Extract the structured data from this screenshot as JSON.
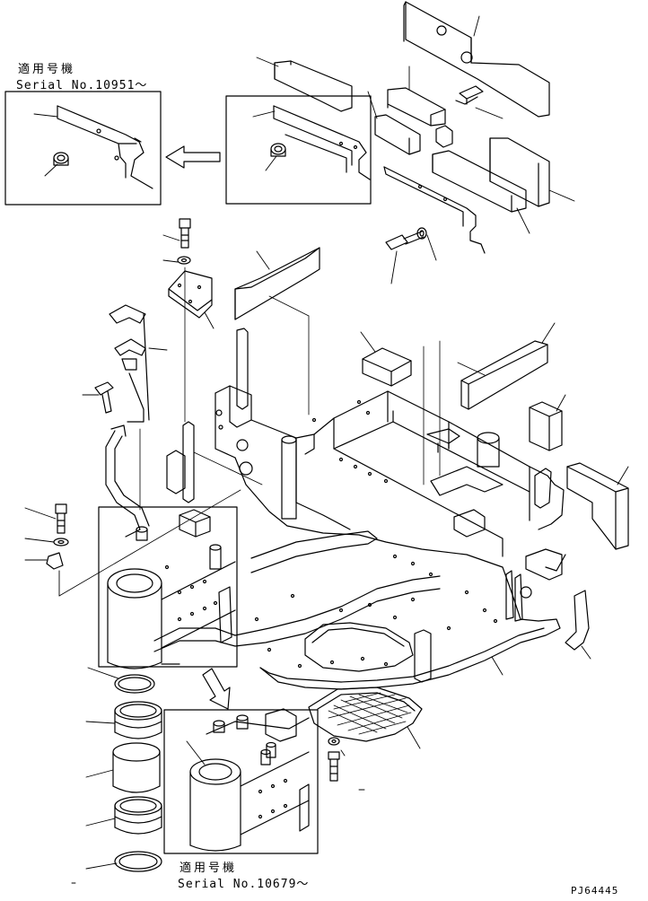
{
  "inset_top": {
    "applicability": "適用号機",
    "serial": "Serial No.10951～"
  },
  "inset_bottom": {
    "applicability": "適用号機",
    "serial": "Serial No.10679～"
  },
  "drawing_code": "PJ64445"
}
